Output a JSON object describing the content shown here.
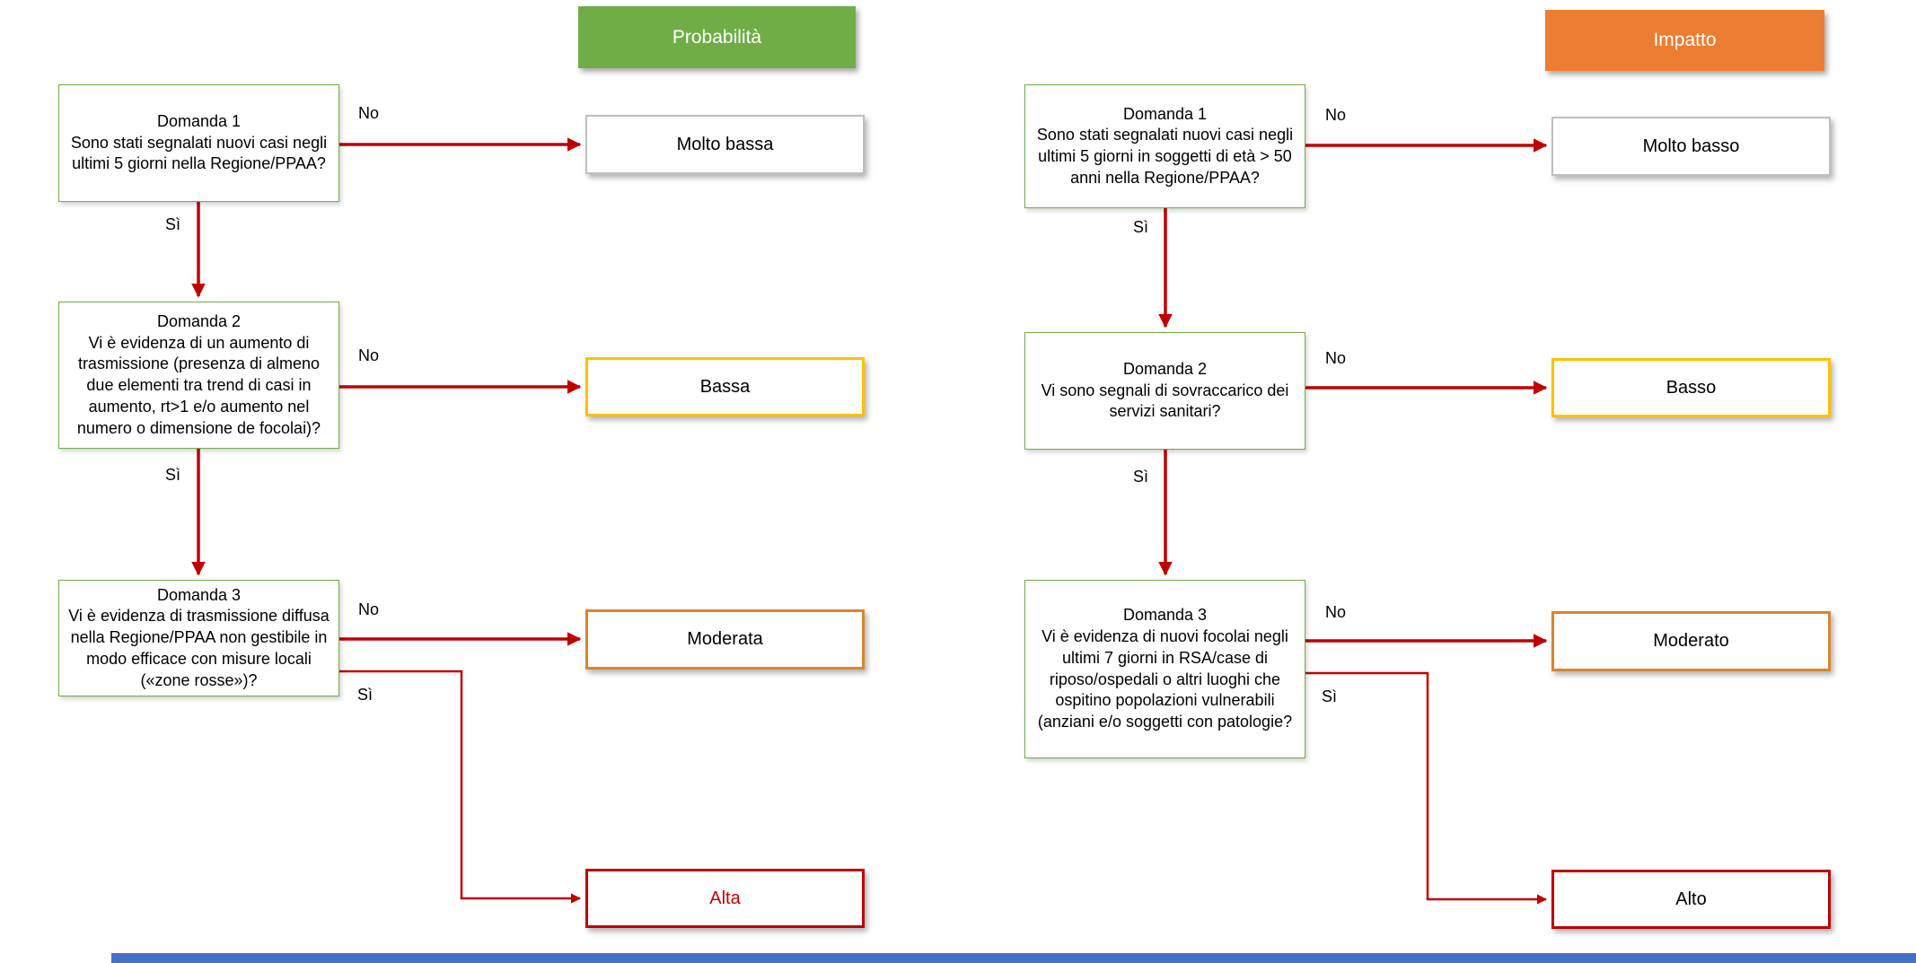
{
  "labels": {
    "yes": "Sì",
    "no": "No"
  },
  "colors": {
    "green": "#70AD47",
    "orange": "#ED7D31",
    "gold": "#FFC000",
    "amber": "#D9862C",
    "red": "#C00000",
    "gray-border": "#BFBFBF",
    "footer-blue": "#4472C4",
    "text": "#000000"
  },
  "left_flow": {
    "header": "Probabilità",
    "questions": [
      {
        "title": "Domanda 1",
        "text": "Sono stati segnalati nuovi casi negli ultimi 5 giorni nella Regione/PPAA?"
      },
      {
        "title": "Domanda 2",
        "text": "Vi è evidenza di un aumento di trasmissione (presenza di almeno due elementi tra trend di casi in aumento, rt>1 e/o aumento nel numero o dimensione de focolai)?"
      },
      {
        "title": "Domanda 3",
        "text": "Vi è evidenza di trasmissione diffusa nella Regione/PPAA non gestibile in modo efficace con misure locali («zone rosse»)?"
      }
    ],
    "outcomes": [
      {
        "label": "Molto bassa"
      },
      {
        "label": "Bassa"
      },
      {
        "label": "Moderata"
      },
      {
        "label": "Alta"
      }
    ]
  },
  "right_flow": {
    "header": "Impatto",
    "questions": [
      {
        "title": "Domanda 1",
        "text": "Sono stati segnalati nuovi casi negli ultimi 5 giorni in soggetti di età > 50 anni nella Regione/PPAA?"
      },
      {
        "title": "Domanda 2",
        "text": "Vi sono segnali di sovraccarico dei servizi sanitari?"
      },
      {
        "title": "Domanda 3",
        "text": "Vi è evidenza di nuovi focolai negli ultimi 7 giorni in RSA/case di riposo/ospedali o altri luoghi che ospitino popolazioni vulnerabili (anziani e/o soggetti con patologie?"
      }
    ],
    "outcomes": [
      {
        "label": "Molto basso"
      },
      {
        "label": "Basso"
      },
      {
        "label": "Moderato"
      },
      {
        "label": "Alto"
      }
    ]
  }
}
